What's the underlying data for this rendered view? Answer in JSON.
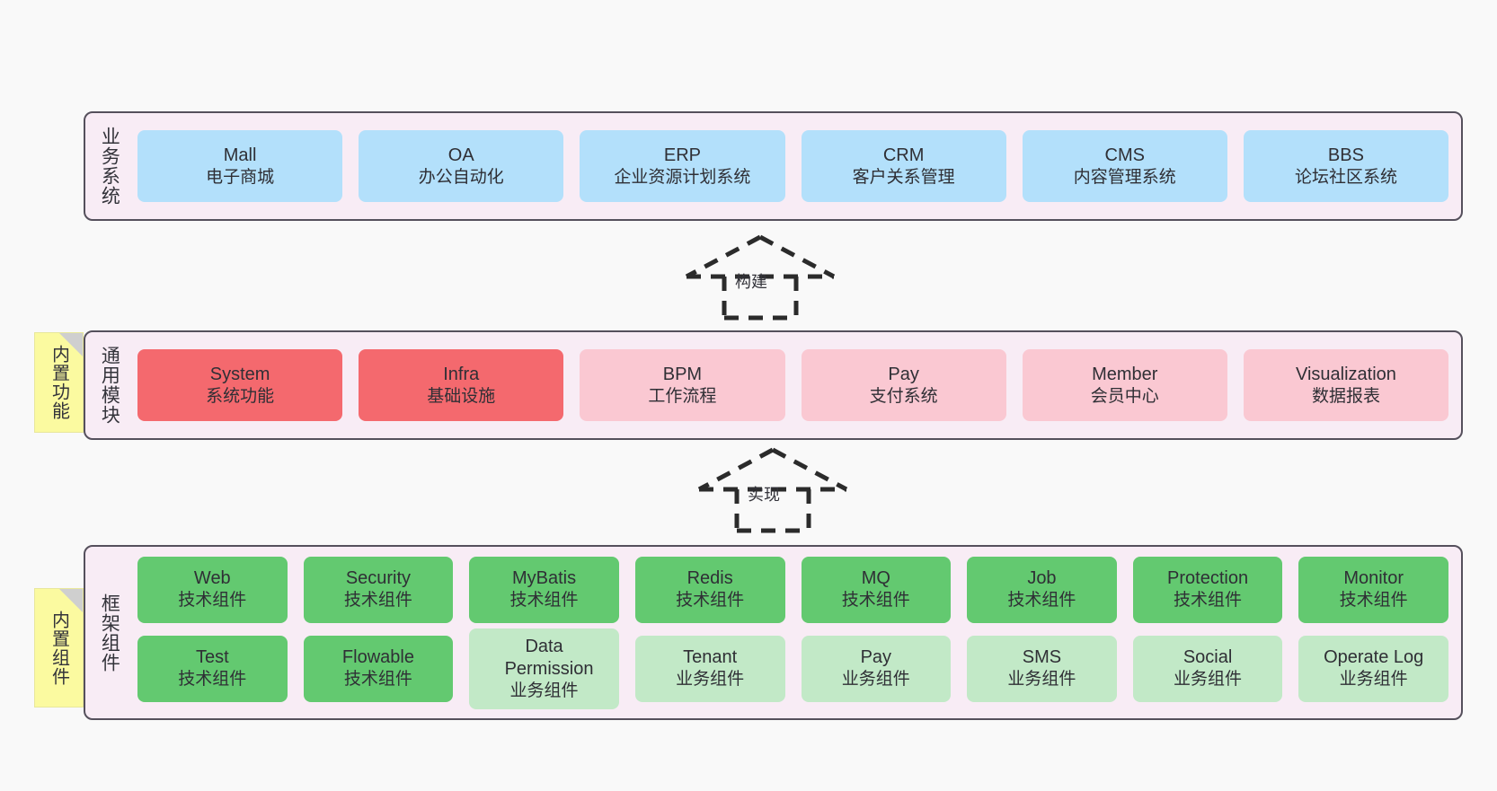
{
  "diagram": {
    "background_color": "#f9f9f9",
    "panel_bg": "#f8ecf5",
    "panel_border": "#55505c"
  },
  "layers": [
    {
      "id": "business-systems",
      "title": "业务系统",
      "cell_color": "#b3e0fb",
      "rows": [
        [
          {
            "name": "Mall",
            "desc": "电子商城"
          },
          {
            "name": "OA",
            "desc": "办公自动化"
          },
          {
            "name": "ERP",
            "desc": "企业资源计划系统"
          },
          {
            "name": "CRM",
            "desc": "客户关系管理"
          },
          {
            "name": "CMS",
            "desc": "内容管理系统"
          },
          {
            "name": "BBS",
            "desc": "论坛社区系统"
          }
        ]
      ]
    },
    {
      "id": "common-modules",
      "title": "通用模块",
      "cell_color": "#fac8d2",
      "accent_color": "#f4696e",
      "rows": [
        [
          {
            "name": "System",
            "desc": "系统功能",
            "accent": true
          },
          {
            "name": "Infra",
            "desc": "基础设施",
            "accent": true
          },
          {
            "name": "BPM",
            "desc": "工作流程",
            "accent": false
          },
          {
            "name": "Pay",
            "desc": "支付系统",
            "accent": false
          },
          {
            "name": "Member",
            "desc": "会员中心",
            "accent": false
          },
          {
            "name": "Visualization",
            "desc": "数据报表",
            "accent": false
          }
        ]
      ]
    },
    {
      "id": "framework-components",
      "title": "框架组件",
      "tech_color": "#63c970",
      "biz_color": "#c2e9c7",
      "rows": [
        [
          {
            "name": "Web",
            "desc": "技术组件",
            "kind": "tech"
          },
          {
            "name": "Security",
            "desc": "技术组件",
            "kind": "tech"
          },
          {
            "name": "MyBatis",
            "desc": "技术组件",
            "kind": "tech"
          },
          {
            "name": "Redis",
            "desc": "技术组件",
            "kind": "tech"
          },
          {
            "name": "MQ",
            "desc": "技术组件",
            "kind": "tech"
          },
          {
            "name": "Job",
            "desc": "技术组件",
            "kind": "tech"
          },
          {
            "name": "Protection",
            "desc": "技术组件",
            "kind": "tech"
          },
          {
            "name": "Monitor",
            "desc": "技术组件",
            "kind": "tech"
          }
        ],
        [
          {
            "name": "Test",
            "desc": "技术组件",
            "kind": "tech"
          },
          {
            "name": "Flowable",
            "desc": "技术组件",
            "kind": "tech"
          },
          {
            "name": "Data Permission",
            "desc": "业务组件",
            "kind": "biz"
          },
          {
            "name": "Tenant",
            "desc": "业务组件",
            "kind": "biz"
          },
          {
            "name": "Pay",
            "desc": "业务组件",
            "kind": "biz"
          },
          {
            "name": "SMS",
            "desc": "业务组件",
            "kind": "biz"
          },
          {
            "name": "Social",
            "desc": "业务组件",
            "kind": "biz"
          },
          {
            "name": "Operate Log",
            "desc": "业务组件",
            "kind": "biz"
          }
        ]
      ]
    }
  ],
  "stickies": [
    {
      "id": "builtin-features",
      "label": "内置功能",
      "color": "#fbfaa0"
    },
    {
      "id": "builtin-components",
      "label": "内置组件",
      "color": "#fbfaa0"
    }
  ],
  "arrows": [
    {
      "id": "build-arrow",
      "label": "构建",
      "style": "dashed-hollow-triangle",
      "direction": "up"
    },
    {
      "id": "implement-arrow",
      "label": "实现",
      "style": "dashed-hollow-triangle",
      "direction": "up"
    }
  ]
}
